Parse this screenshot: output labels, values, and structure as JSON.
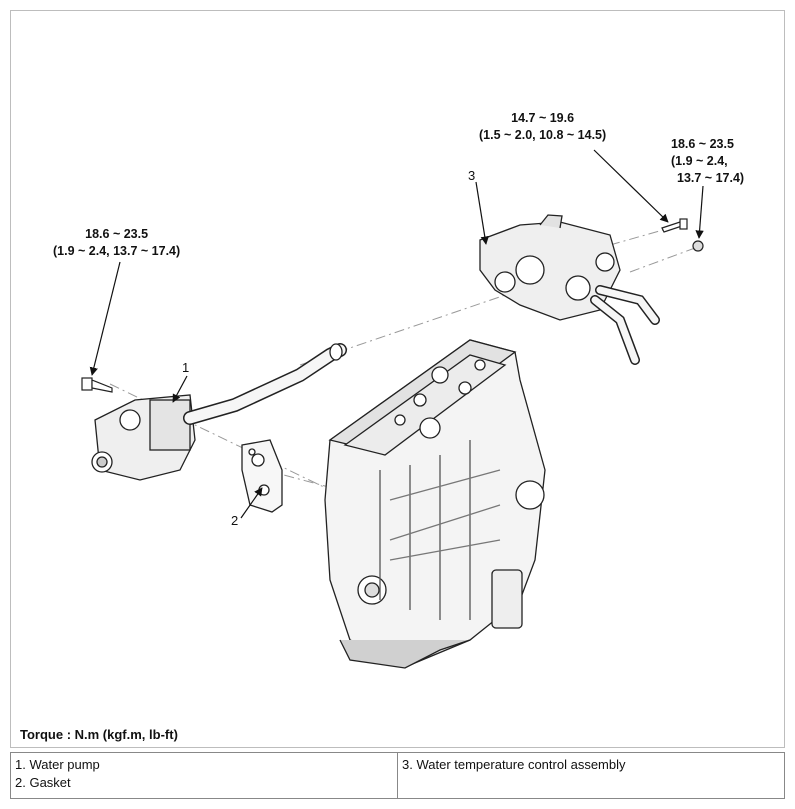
{
  "torque_specs": [
    {
      "id": "pump-bolt",
      "line1": "18.6 ~ 23.5",
      "line2": "(1.9 ~ 2.4, 13.7 ~ 17.4)"
    },
    {
      "id": "housing-bolt",
      "line1": "14.7 ~ 19.6",
      "line2": "(1.5 ~ 2.0, 10.8 ~ 14.5)"
    },
    {
      "id": "housing-nut",
      "line1": "18.6 ~ 23.5",
      "line2": "(1.9 ~ 2.4,",
      "line3": "13.7 ~ 17.4)"
    }
  ],
  "callouts": [
    "1",
    "2",
    "3"
  ],
  "torque_unit_label": "Torque : N.m (kgf.m, lb-ft)",
  "legend": {
    "left": [
      "1. Water pump",
      "2. Gasket"
    ],
    "right": [
      "3. Water temperature control assembly"
    ]
  }
}
